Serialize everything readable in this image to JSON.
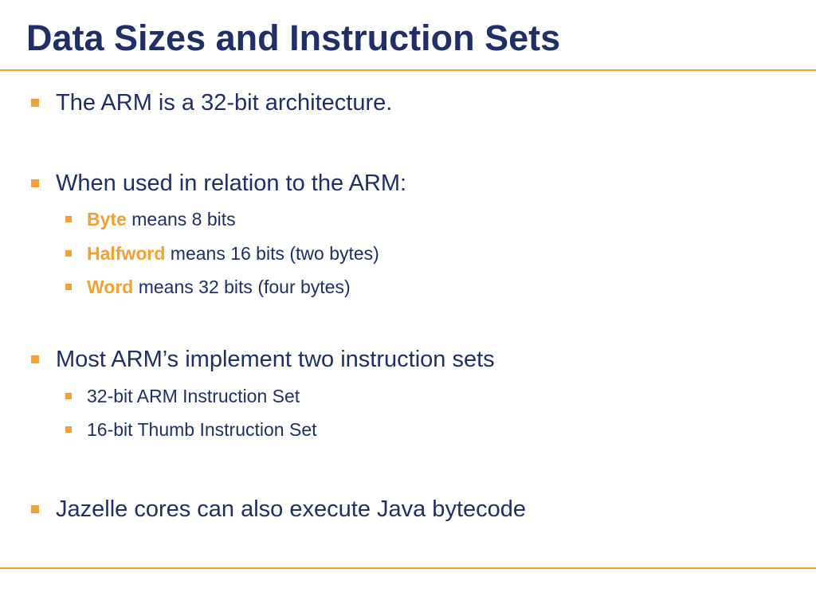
{
  "slide": {
    "title": "Data Sizes and Instruction Sets",
    "colors": {
      "title": "#1f3068",
      "text": "#1f3068",
      "accent": "#f5a033",
      "rule": "#f5a033"
    },
    "bullets": [
      {
        "text": "The ARM is a 32-bit architecture."
      },
      {
        "text": "When used in relation to the ARM:",
        "subitems": [
          {
            "term": "Byte",
            "rest": " means 8 bits"
          },
          {
            "term": "Halfword",
            "rest": " means 16 bits (two bytes)"
          },
          {
            "term": "Word",
            "rest": " means 32 bits (four bytes)"
          }
        ]
      },
      {
        "text": "Most ARM’s implement two instruction sets",
        "subitems": [
          {
            "text": "32-bit ARM Instruction Set"
          },
          {
            "text": "16-bit Thumb Instruction Set"
          }
        ]
      },
      {
        "text": "Jazelle cores can also execute Java bytecode"
      }
    ]
  }
}
